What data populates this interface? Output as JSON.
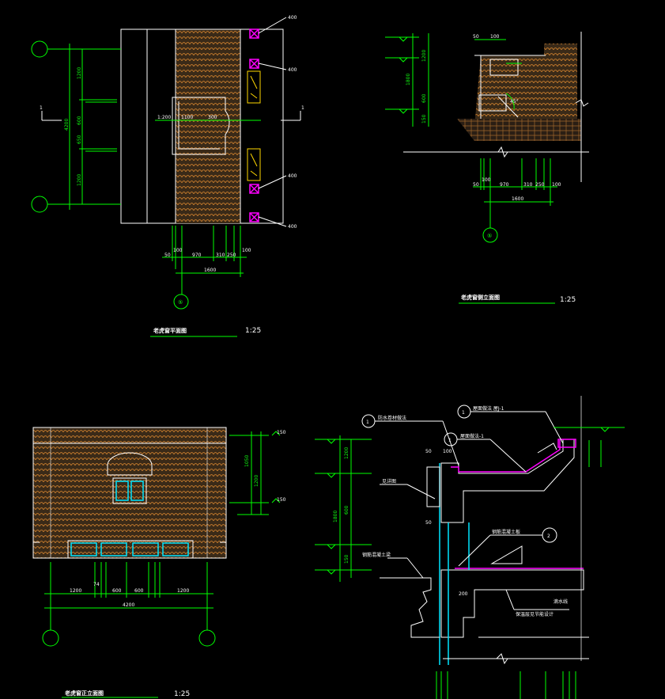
{
  "views": {
    "plan": {
      "title": "老虎窗平面图",
      "scale": "1:25"
    },
    "side": {
      "title": "老虎窗侧立面图",
      "scale": "1:25"
    },
    "front": {
      "title": "老虎窗正立面图",
      "scale": "1:25"
    }
  },
  "grid_marks": {
    "g1": "1",
    "g2": "1",
    "plan_axis": "⑤",
    "side_axis": "⑤"
  },
  "plan_dims": {
    "left_total": "4200",
    "left_a": "1200",
    "left_b": "650",
    "left_c": "1200",
    "left_d": "600",
    "pink1": "400",
    "pink2": "400",
    "pink3": "400",
    "pink4": "400",
    "bottom_50": "50",
    "bottom_100": "100",
    "bottom_970": "970",
    "bottom_310": "310",
    "bottom_250": "250",
    "bottom_1600": "1600",
    "inner_a": "1:200",
    "inner_b": "1100",
    "inner_c": "300"
  },
  "side_dims": {
    "d50": "50",
    "d100": "100",
    "d1800": "1800",
    "d1200": "1200",
    "d600": "600",
    "d150": "150",
    "b50": "50",
    "b100": "100",
    "b970": "970",
    "b310": "310",
    "b250": "250",
    "b1600": "1600",
    "slope": "45°"
  },
  "front_dims": {
    "right_a": "150",
    "right_b": "1050",
    "right_c": "1200",
    "right_d": "150",
    "b1200a": "1200",
    "b600a": "600",
    "b600b": "600",
    "b1200b": "1200",
    "b74": "74",
    "b4200": "4200"
  },
  "section_labels": {
    "l1": "1",
    "l2": "1",
    "l3": "2",
    "l4": "1",
    "n1": "防水卷材做法",
    "n2": "屋面做法 屋J-1",
    "n3": "钢筋混凝土板",
    "n4": "屋面做法-1",
    "n5": "见详图",
    "n6": "钢筋混凝土梁",
    "n7": "滴水线",
    "n8": "保温层见节能设计",
    "h1": "50",
    "h2": "100",
    "h3": "50",
    "h4": "1200",
    "h5": "600",
    "h6": "150",
    "h7": "1800",
    "h8": "200"
  }
}
